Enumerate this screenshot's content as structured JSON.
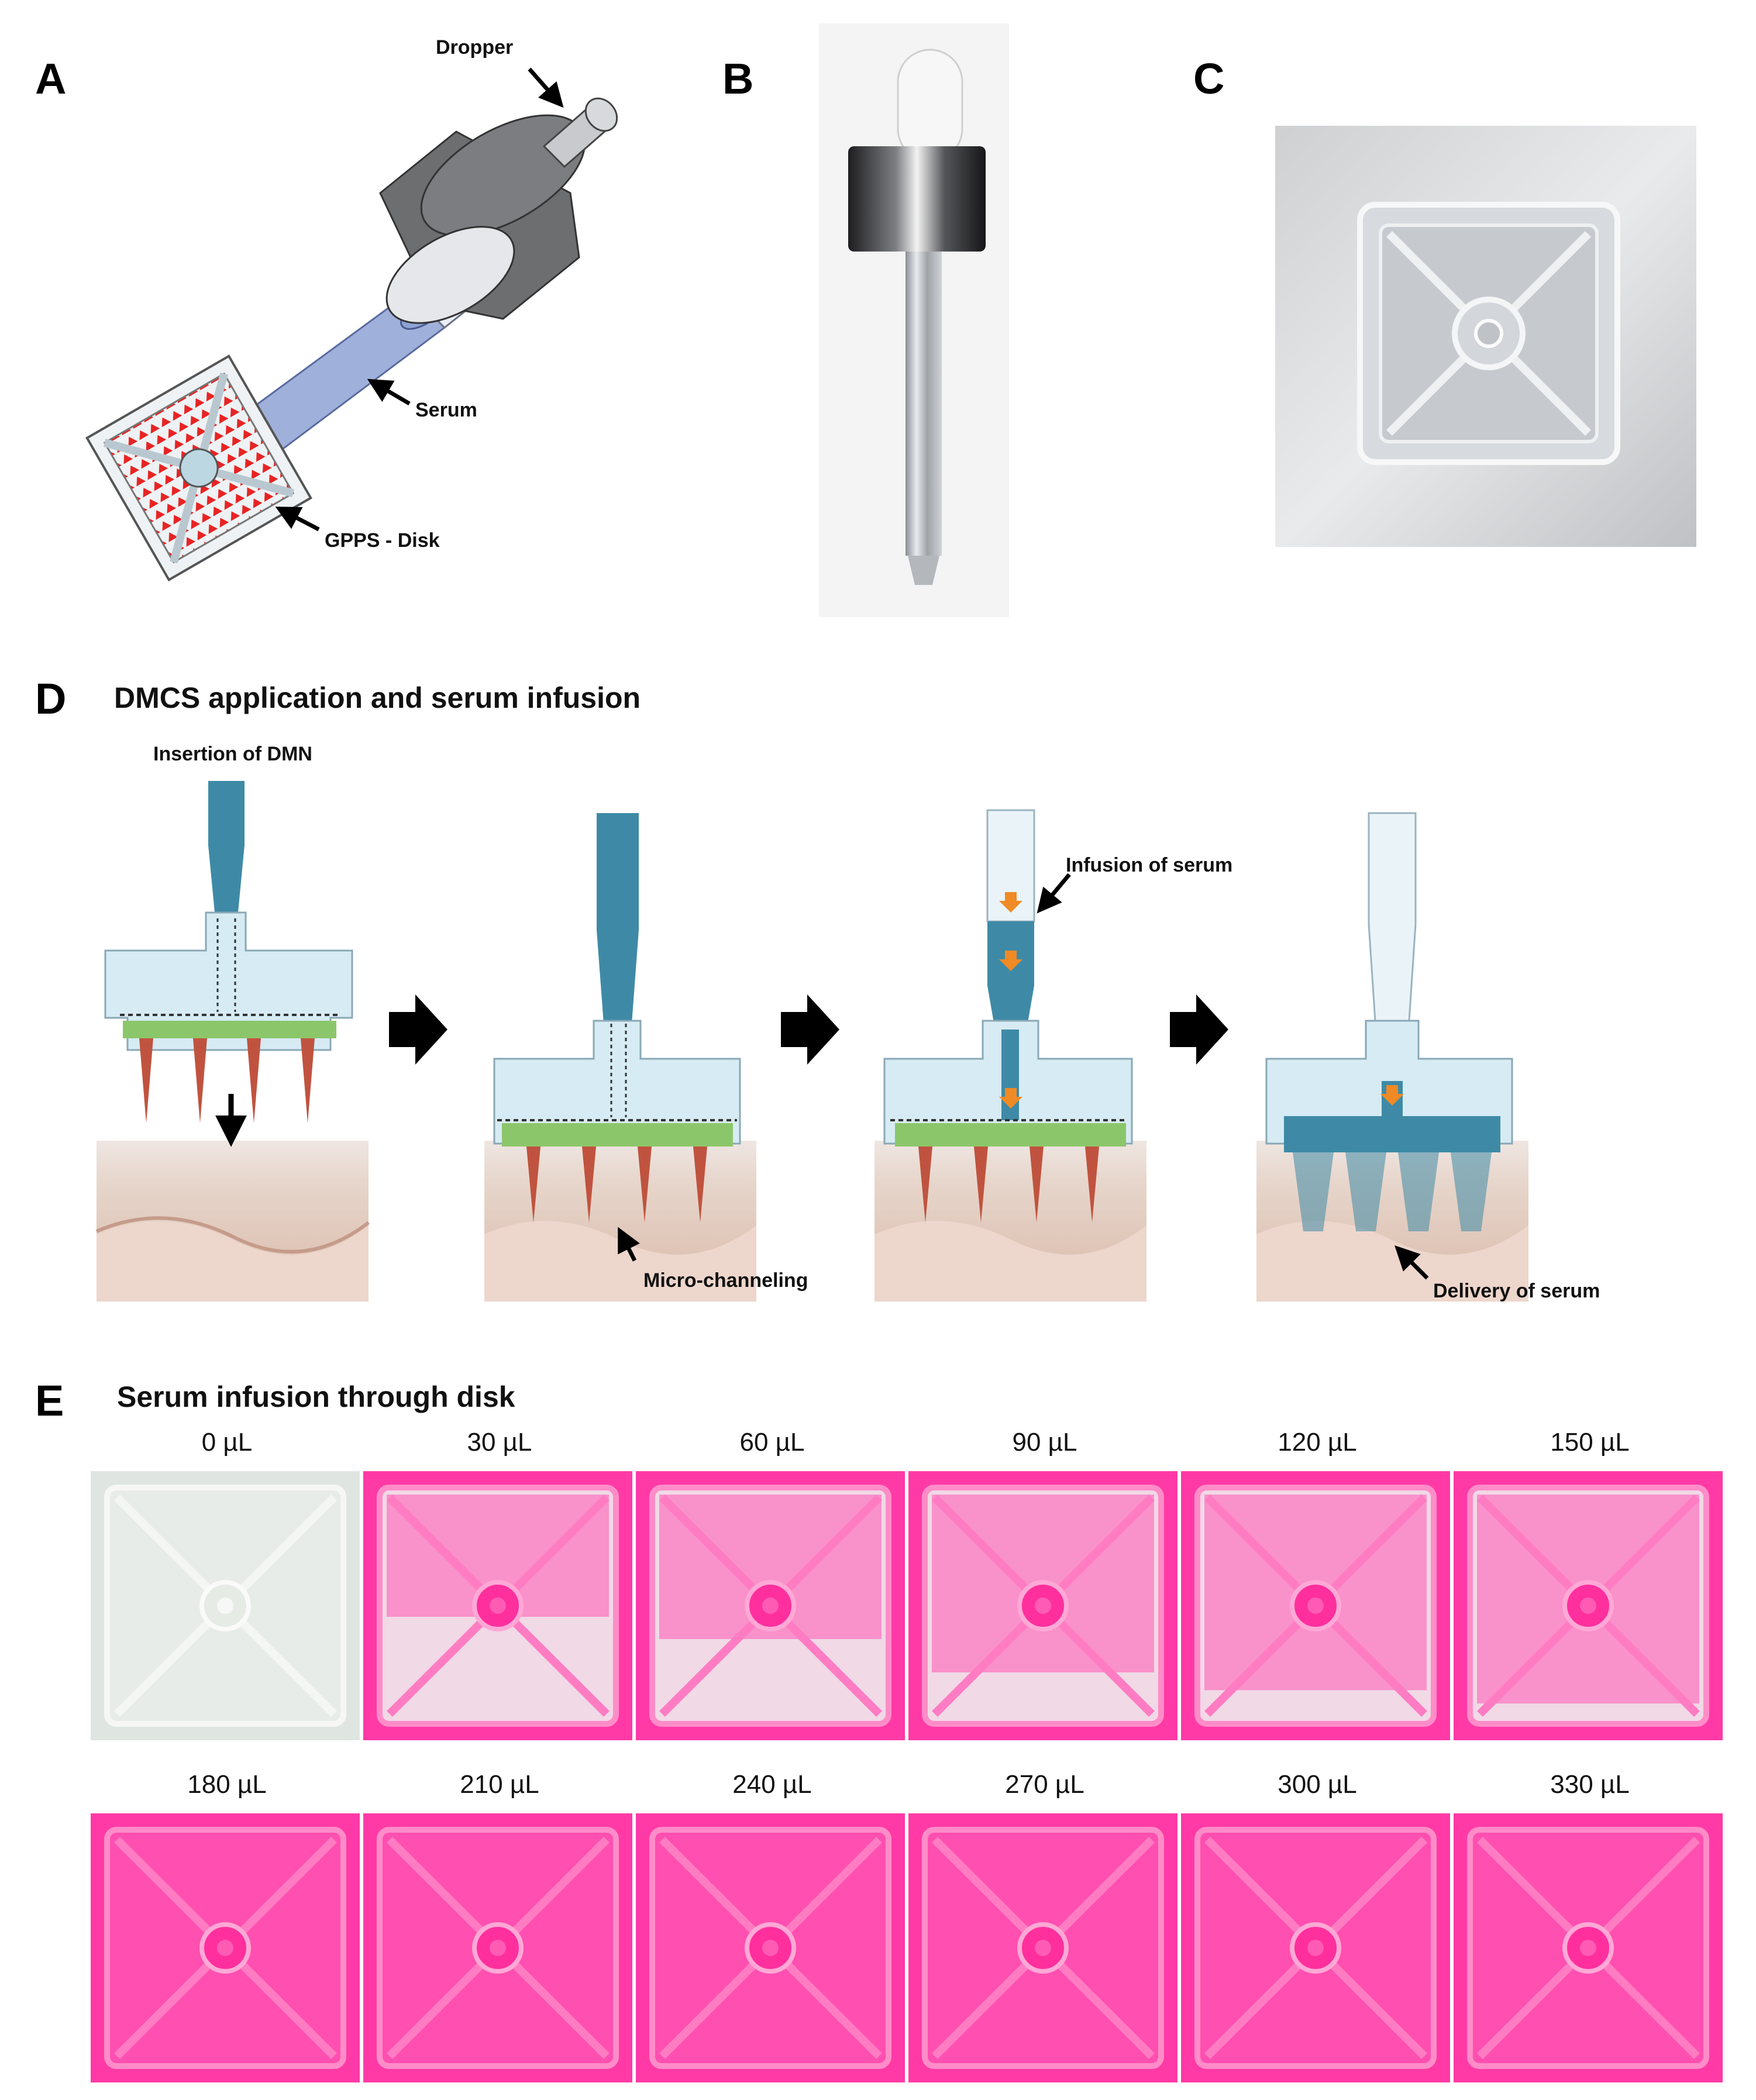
{
  "panels": {
    "a": {
      "letter": "A",
      "labels": {
        "dropper": "Dropper",
        "serum": "Serum",
        "disk": "GPPS - Disk"
      }
    },
    "b": {
      "letter": "B"
    },
    "c": {
      "letter": "C"
    },
    "d": {
      "letter": "D",
      "title": "DMCS application and serum infusion",
      "labels": {
        "insertion": "Insertion of DMN",
        "infusion": "Infusion of serum",
        "microchanneling": "Micro-channeling",
        "delivery": "Delivery of serum"
      }
    },
    "e": {
      "letter": "E",
      "title": "Serum infusion through disk",
      "volumes": [
        "0 µL",
        "30 µL",
        "60 µL",
        "90 µL",
        "120 µL",
        "150 µL",
        "180 µL",
        "210 µL",
        "240 µL",
        "270 µL",
        "300 µL",
        "330 µL"
      ]
    }
  },
  "colors": {
    "serum_blue": "#3e8aa6",
    "disk_light_blue": "#d6ebf3",
    "needle_red": "#c0533f",
    "needle_green": "#8cc66a",
    "dye_magenta": "#ff3aa6",
    "skin": "#e5cfc3"
  }
}
